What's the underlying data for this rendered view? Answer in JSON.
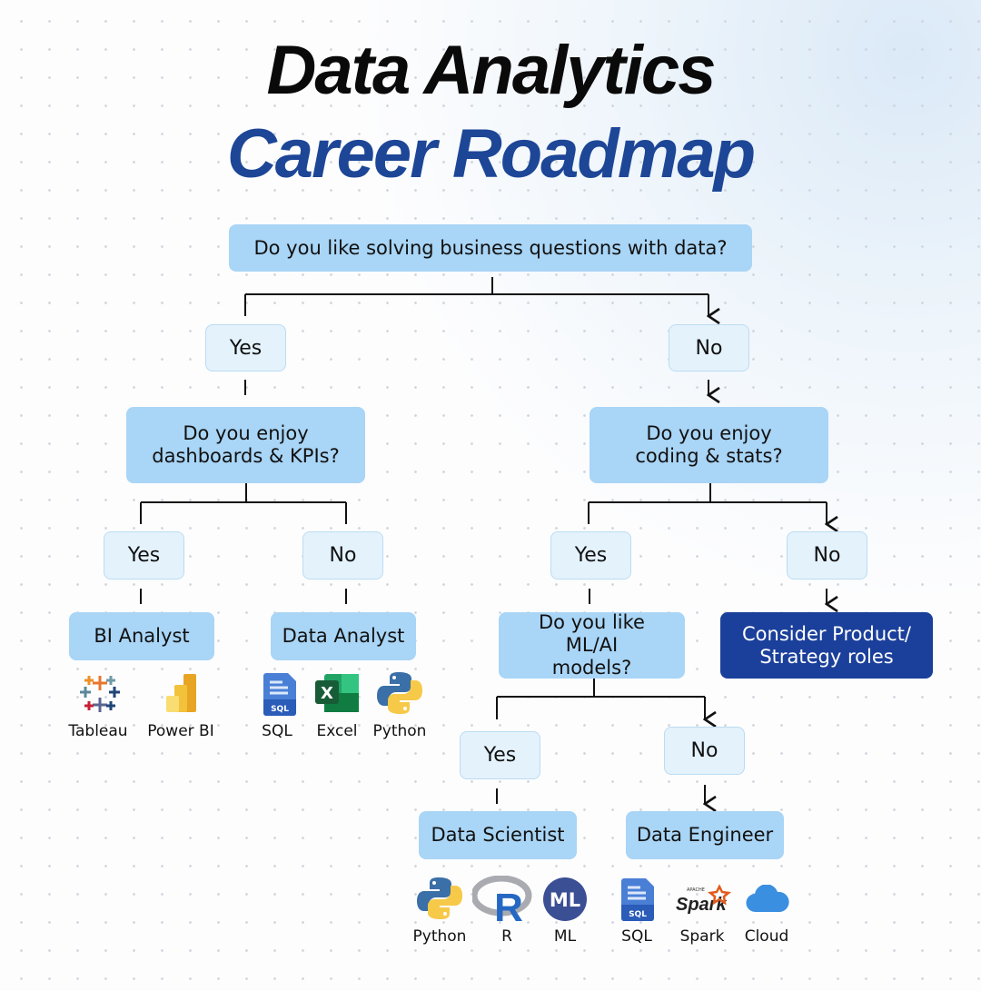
{
  "title": {
    "line1": "Data Analytics",
    "line2": "Career Roadmap"
  },
  "colors": {
    "title_blue": "#1d4697",
    "question_box": "#a9d5f6",
    "answer_box": "#e4f2fc",
    "highlight_box": "#1b409b"
  },
  "nodes": {
    "q1": "Do you like solving business questions with data?",
    "yes1": "Yes",
    "no1": "No",
    "q2_left": "Do you enjoy dashboards & KPIs?",
    "q2_right": "Do you enjoy coding & stats?",
    "yes_l": "Yes",
    "no_l": "No",
    "yes_r": "Yes",
    "no_r": "No",
    "bi_analyst": "BI Analyst",
    "data_analyst": "Data Analyst",
    "q3": "Do you like ML/AI models?",
    "product": "Consider Product/ Strategy roles",
    "yes3": "Yes",
    "no3": "No",
    "data_scientist": "Data Scientist",
    "data_engineer": "Data Engineer"
  },
  "tools": {
    "bi": [
      {
        "label": "Tableau",
        "icon": "tableau-icon"
      },
      {
        "label": "Power BI",
        "icon": "powerbi-icon"
      }
    ],
    "da": [
      {
        "label": "SQL",
        "icon": "sql-icon"
      },
      {
        "label": "Excel",
        "icon": "excel-icon"
      },
      {
        "label": "Python",
        "icon": "python-icon"
      }
    ],
    "ds": [
      {
        "label": "Python",
        "icon": "python-icon"
      },
      {
        "label": "R",
        "icon": "r-icon"
      },
      {
        "label": "ML",
        "icon": "ml-icon"
      }
    ],
    "de": [
      {
        "label": "SQL",
        "icon": "sql-icon"
      },
      {
        "label": "Spark",
        "icon": "spark-icon"
      },
      {
        "label": "Cloud",
        "icon": "cloud-icon"
      }
    ]
  },
  "icon_text": {
    "sql": "SQL",
    "excel": "X",
    "r": "R",
    "ml": "ML",
    "spark": "Spark",
    "apache": "APACHE"
  }
}
